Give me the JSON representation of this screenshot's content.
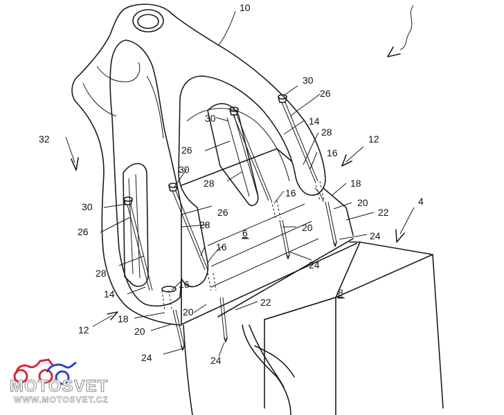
{
  "labels": {
    "l10": "10",
    "l32": "32",
    "l12a": "12",
    "l12b": "12",
    "l30a": "30",
    "l30b": "30",
    "l30c": "30",
    "l30d": "30",
    "l26a": "26",
    "l26b": "26",
    "l26c": "26",
    "l26d": "26",
    "l14a": "14",
    "l14b": "14",
    "l28a": "28",
    "l28b": "28",
    "l28c": "28",
    "l28d": "28",
    "l16a": "16",
    "l16b": "16",
    "l16c": "16",
    "l16d": "16",
    "l18a": "18",
    "l18b": "18",
    "l20a": "20",
    "l20b": "20",
    "l20c": "20",
    "l20d": "20",
    "l22a": "22",
    "l22b": "22",
    "l24a": "24",
    "l24b": "24",
    "l24c": "24",
    "l24d": "24",
    "l4": "4",
    "l6": "6",
    "l8": "8"
  },
  "watermark": {
    "brand": "MOTOSVET",
    "url": "WWW.MOTOSVET.CZ",
    "colors": {
      "red": "#d9263a",
      "blue": "#2b44c6",
      "outline": "#9a9a9a"
    }
  }
}
